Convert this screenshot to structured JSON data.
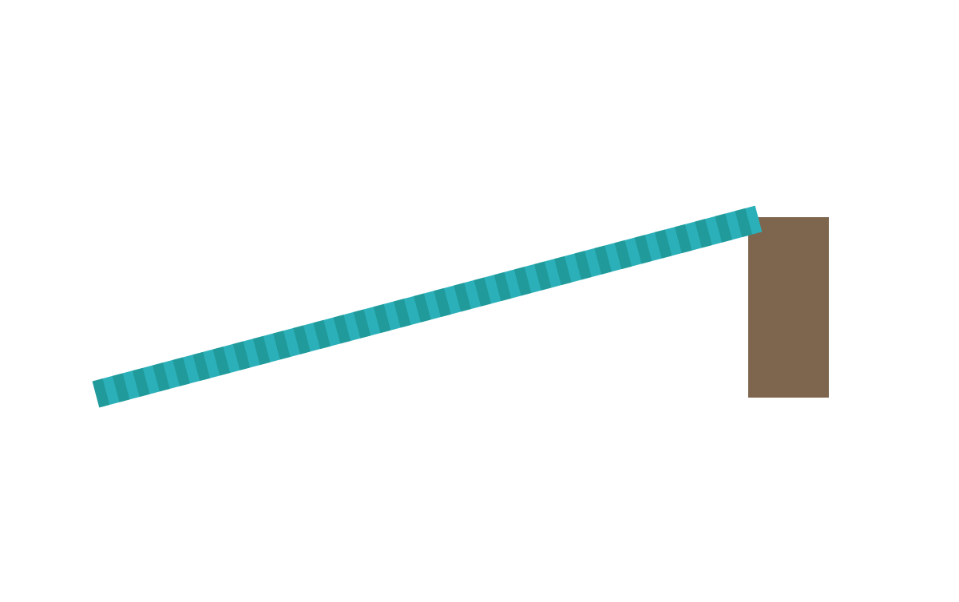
{
  "scene": {
    "background_color": "#ffffff",
    "objects": [
      {
        "id": "ramp",
        "kind": "ramp-plank",
        "pattern": "striped",
        "colors": {
          "light": "#2bb0b9",
          "dark": "#209a9a"
        }
      },
      {
        "id": "block",
        "kind": "support-block",
        "color": "#7d654e"
      }
    ]
  }
}
